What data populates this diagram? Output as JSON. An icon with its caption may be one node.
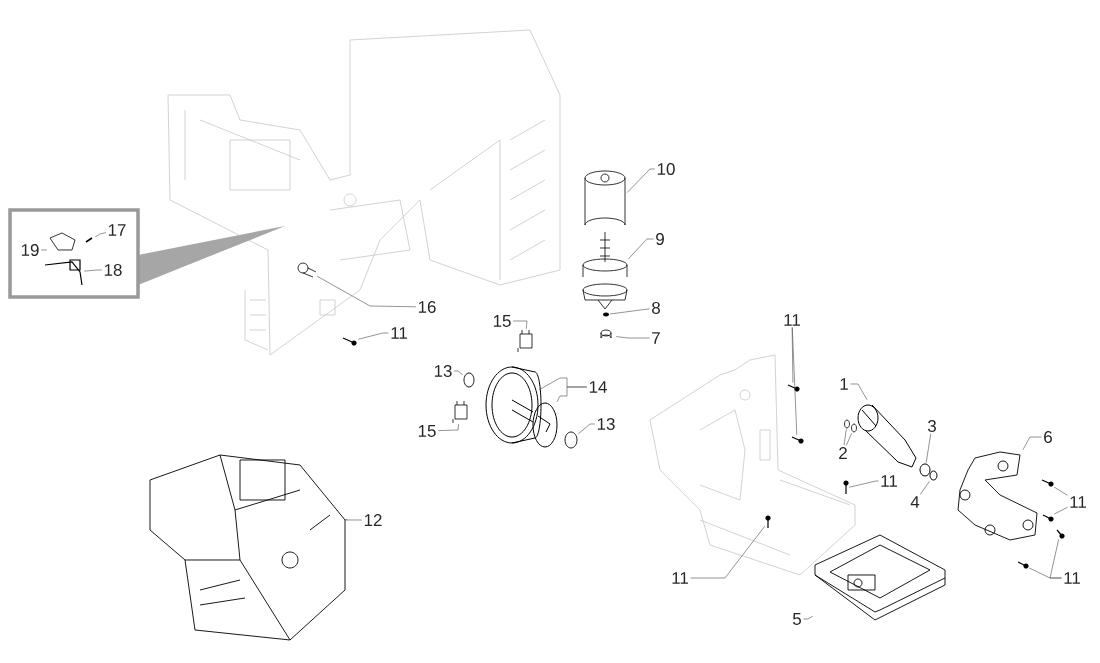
{
  "diagram": {
    "nodes": [
      {
        "text": [],
        "shape": "box"
      },
      {
        "text": [
          "17"
        ],
        "in": 0
      },
      {
        "text": [
          "19"
        ],
        "in": 0
      },
      {
        "text": [
          "18"
        ],
        "in": 0
      },
      {
        "text": [
          "10"
        ]
      },
      {
        "text": [
          "9"
        ]
      },
      {
        "text": [
          "16"
        ]
      },
      {
        "text": [
          "8"
        ]
      },
      {
        "text": [
          "15"
        ]
      },
      {
        "text": [
          "11"
        ]
      },
      {
        "text": [
          "7"
        ]
      },
      {
        "text": [
          "11"
        ]
      },
      {
        "text": [
          "13"
        ]
      },
      {
        "text": [
          "14"
        ]
      },
      {
        "text": [
          "1"
        ]
      },
      {
        "text": [
          "3"
        ]
      },
      {
        "text": [
          "6"
        ]
      },
      {
        "text": [
          "15"
        ]
      },
      {
        "text": [
          "13"
        ]
      },
      {
        "text": [
          "2"
        ]
      },
      {
        "text": [
          "11"
        ]
      },
      {
        "text": [
          "4"
        ]
      },
      {
        "text": [
          "11"
        ]
      },
      {
        "text": [
          "12"
        ]
      },
      {
        "text": [
          "11"
        ]
      },
      {
        "text": [
          "11"
        ]
      },
      {
        "text": [
          "5"
        ]
      },
      {
        "text": [],
        "shape": "picture",
        "in": 0
      },
      {
        "text": [],
        "shape": "picture",
        "in": 0
      },
      {
        "text": [],
        "shape": "picture",
        "in": 0
      },
      {
        "text": [],
        "shape": "picture"
      },
      {
        "text": [],
        "shape": "picture"
      },
      {
        "text": [],
        "shape": "picture"
      },
      {
        "text": [],
        "shape": "picture"
      },
      {
        "text": [],
        "shape": "picture"
      },
      {
        "text": [],
        "shape": "picture"
      },
      {
        "text": [],
        "shape": "picture"
      },
      {
        "text": [],
        "shape": "picture"
      },
      {
        "text": [],
        "shape": "picture"
      },
      {
        "text": [],
        "shape": "picture"
      },
      {
        "text": [],
        "shape": "picture"
      },
      {
        "text": [],
        "shape": "picture"
      },
      {
        "text": [],
        "shape": "picture"
      },
      {
        "text": [],
        "shape": "picture"
      },
      {
        "text": [],
        "shape": "picture"
      },
      {
        "text": [],
        "shape": "picture"
      },
      {
        "text": [],
        "shape": "picture"
      },
      {
        "text": [],
        "shape": "picture"
      },
      {
        "text": [],
        "shape": "picture"
      },
      {
        "text": [],
        "shape": "picture"
      },
      {
        "text": [],
        "shape": "picture"
      },
      {
        "text": [],
        "shape": "picture"
      },
      {
        "text": [],
        "shape": "picture"
      },
      {
        "text": [],
        "shape": "picture"
      },
      {
        "text": [],
        "shape": "picture"
      },
      {
        "text": [],
        "shape": "picture"
      },
      {
        "text": [],
        "shape": "picture"
      },
      {
        "text": [],
        "shape": "picture"
      }
    ],
    "edges": [
      {
        "from": 1,
        "to": 28,
        "arrow": "none"
      },
      {
        "from": 2,
        "to": 27,
        "arrow": "none"
      },
      {
        "from": 3,
        "to": 29,
        "arrow": "none"
      },
      {
        "from": 4,
        "to": 30,
        "arrow": "none"
      },
      {
        "from": 5,
        "to": 31,
        "arrow": "none"
      },
      {
        "from": 6,
        "to": 35,
        "arrow": "none"
      },
      {
        "from": 7,
        "to": 32,
        "arrow": "none"
      },
      {
        "from": 8,
        "to": 34,
        "arrow": "none"
      },
      {
        "from": 9,
        "to": 36,
        "arrow": "none"
      },
      {
        "from": 10,
        "to": 33,
        "arrow": "none"
      },
      {
        "from": 11,
        "to": 42,
        "arrow": "none"
      },
      {
        "from": 11,
        "to": 43,
        "arrow": "none"
      },
      {
        "from": 12,
        "to": 37,
        "arrow": "none"
      },
      {
        "from": 13,
        "to": 38,
        "arrow": "none"
      },
      {
        "from": 13,
        "to": 39,
        "arrow": "none"
      },
      {
        "from": 14,
        "to": 44,
        "arrow": "none"
      },
      {
        "from": 15,
        "to": 47,
        "arrow": "none"
      },
      {
        "from": 16,
        "to": 50,
        "arrow": "none"
      },
      {
        "from": 17,
        "to": 40,
        "arrow": "none"
      },
      {
        "from": 18,
        "to": 41,
        "arrow": "none"
      },
      {
        "from": 19,
        "to": 45,
        "arrow": "none"
      },
      {
        "from": 19,
        "to": 46,
        "arrow": "none"
      },
      {
        "from": 20,
        "to": 49,
        "arrow": "none"
      },
      {
        "from": 21,
        "to": 48,
        "arrow": "none"
      },
      {
        "from": 22,
        "to": 51,
        "arrow": "none"
      },
      {
        "from": 22,
        "to": 52,
        "arrow": "none"
      },
      {
        "from": 23,
        "to": 53,
        "arrow": "none"
      },
      {
        "from": 24,
        "to": 54,
        "arrow": "none"
      },
      {
        "from": 25,
        "to": 55,
        "arrow": "none"
      },
      {
        "from": 25,
        "to": 56,
        "arrow": "none"
      },
      {
        "from": 26,
        "to": 57,
        "arrow": "none"
      }
    ]
  }
}
